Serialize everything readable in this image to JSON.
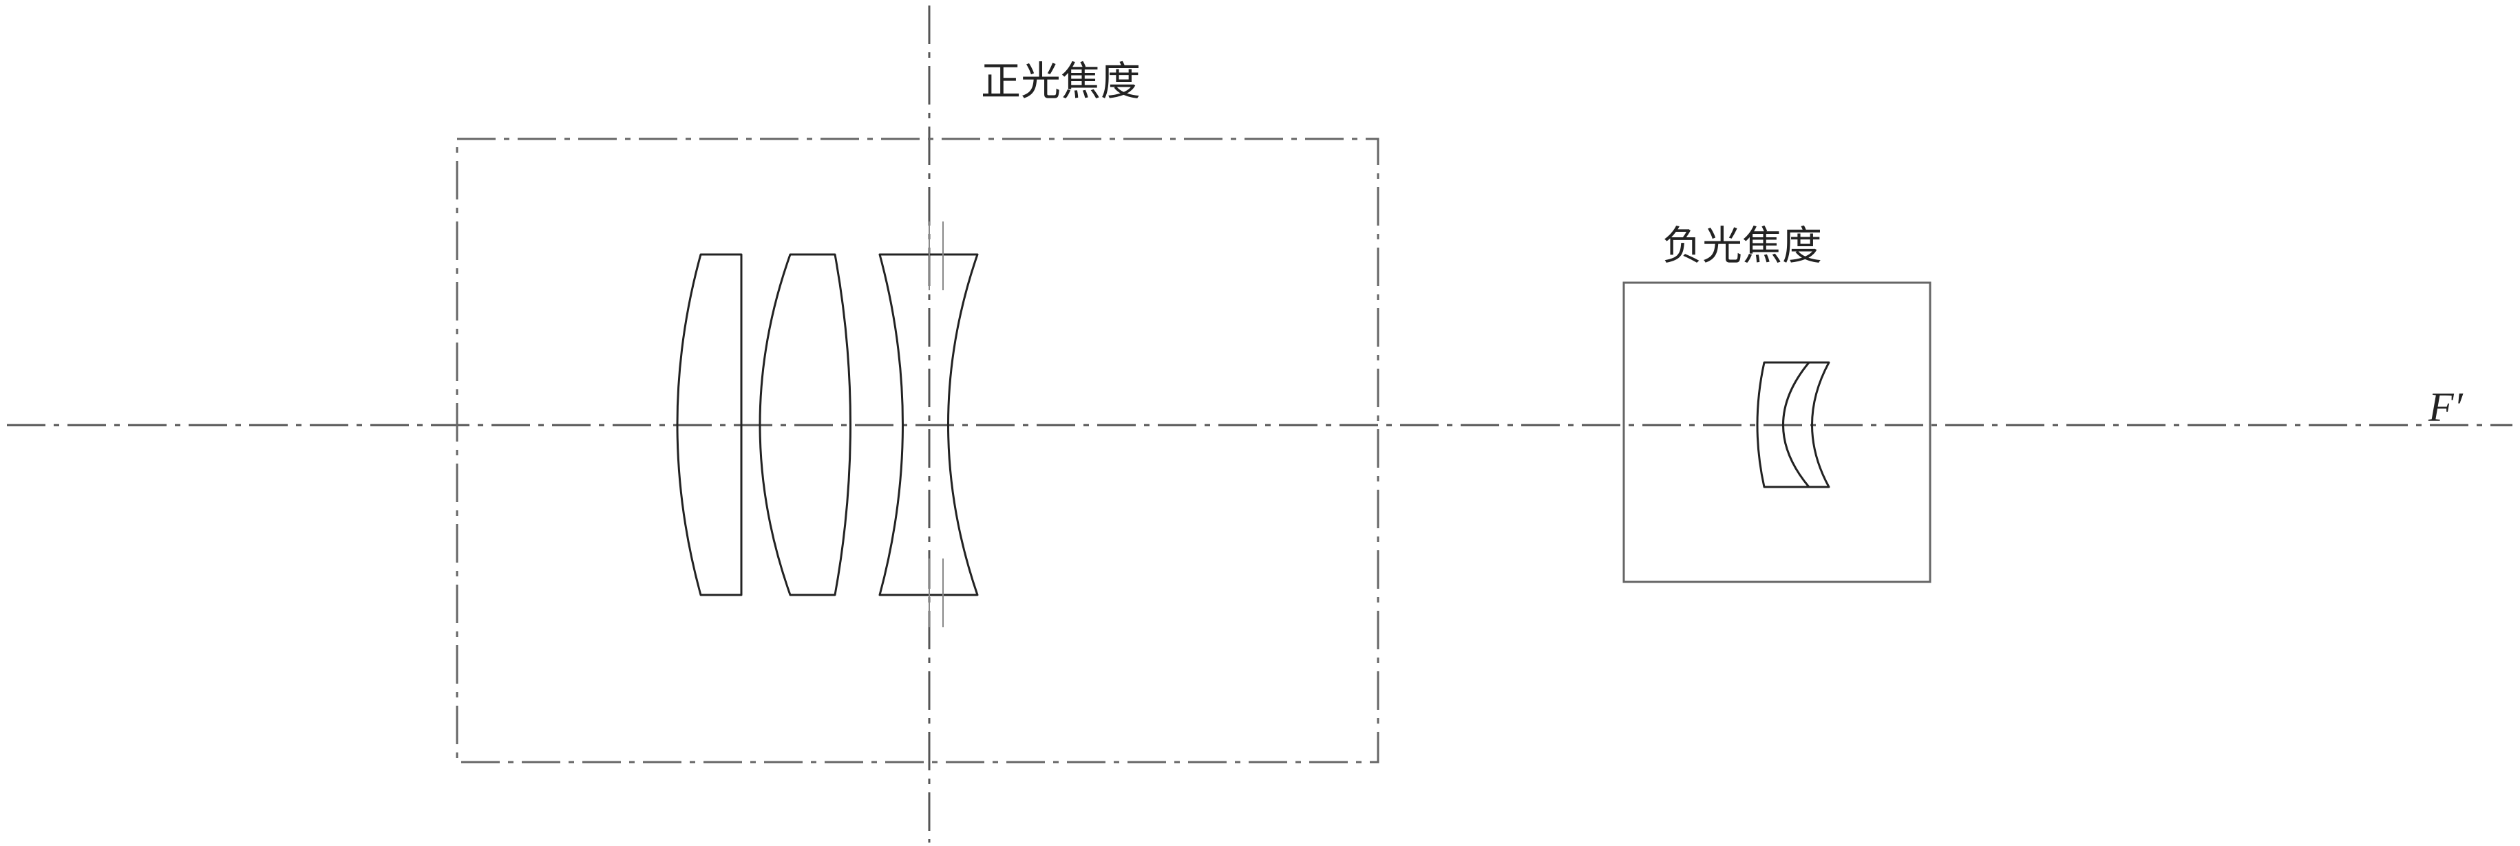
{
  "diagram": {
    "labels": {
      "positive_group": "正光焦度",
      "negative_group": "负光焦度",
      "focal_point": "F′"
    },
    "colors": {
      "line": "#222222",
      "axis": "#555555",
      "frame": "#666666",
      "background": "#ffffff"
    }
  }
}
